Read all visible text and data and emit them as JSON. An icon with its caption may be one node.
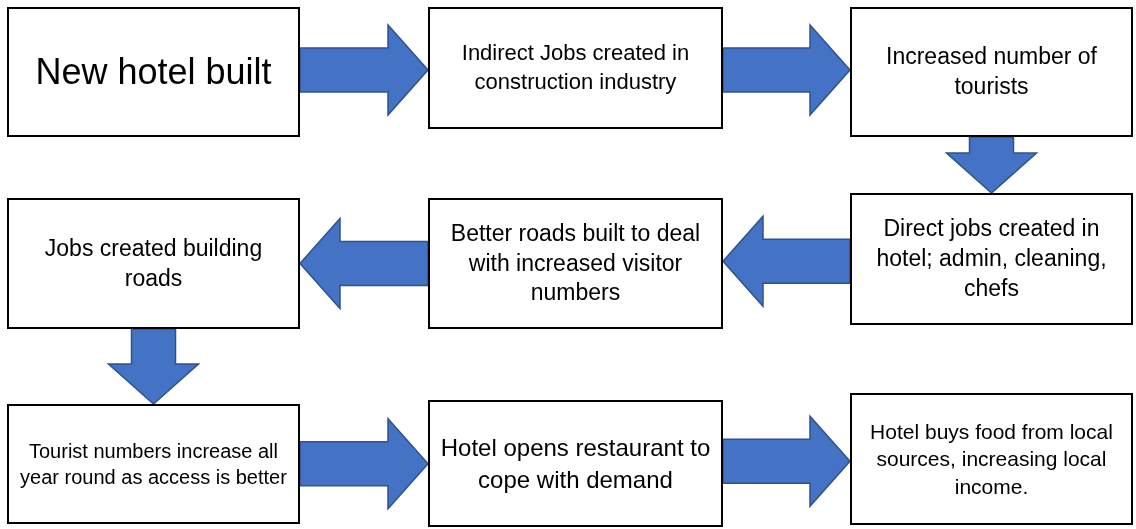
{
  "diagram": {
    "nodes": [
      {
        "text": [
          "New hotel built"
        ]
      },
      {
        "text": [
          "Indirect Jobs created in construction industry"
        ]
      },
      {
        "text": [
          "Increased number of tourists"
        ]
      },
      {
        "text": [
          "Direct jobs created in hotel; admin, cleaning, chefs"
        ]
      },
      {
        "text": [
          "Better roads built to deal with increased visitor numbers"
        ]
      },
      {
        "text": [
          "Jobs created building roads"
        ]
      },
      {
        "text": [
          "Tourist numbers increase all year round as access is better"
        ]
      },
      {
        "text": [
          "Hotel opens restaurant to cope with demand"
        ]
      },
      {
        "text": [
          "Hotel buys food from local sources, increasing local income."
        ]
      }
    ],
    "edges": [
      {
        "from": 0,
        "to": 1,
        "arrow": "to"
      },
      {
        "from": 1,
        "to": 2,
        "arrow": "to"
      },
      {
        "from": 2,
        "to": 3,
        "arrow": "to"
      },
      {
        "from": 3,
        "to": 4,
        "arrow": "to"
      },
      {
        "from": 4,
        "to": 5,
        "arrow": "to"
      },
      {
        "from": 5,
        "to": 6,
        "arrow": "to"
      },
      {
        "from": 6,
        "to": 7,
        "arrow": "to"
      },
      {
        "from": 7,
        "to": 8,
        "arrow": "to"
      }
    ]
  }
}
